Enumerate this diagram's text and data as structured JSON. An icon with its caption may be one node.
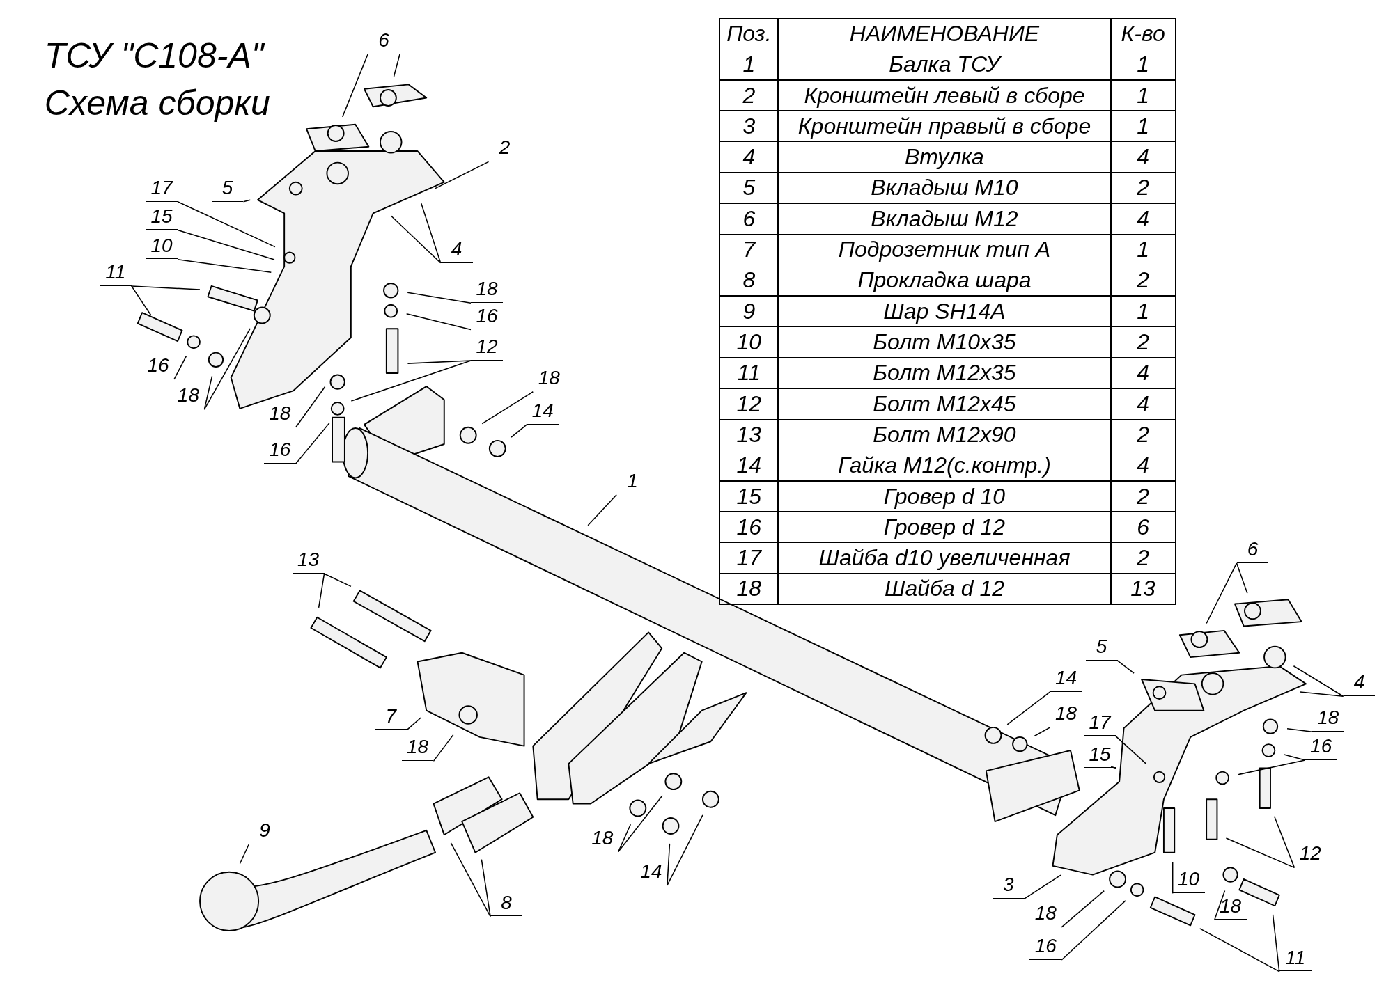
{
  "diagram": {
    "title": "ТСУ \"С108-А\"",
    "nodes": [
      {
        "text": [
          "6"
        ]
      },
      {
        "text": [
          "2"
        ]
      },
      {
        "text": [
          "5"
        ]
      },
      {
        "text": [
          "17"
        ]
      },
      {
        "text": [
          "15"
        ]
      },
      {
        "text": [
          "10"
        ]
      },
      {
        "text": [
          "11"
        ]
      },
      {
        "text": [
          "4"
        ]
      },
      {
        "text": [
          "18"
        ]
      },
      {
        "text": [
          "16"
        ]
      },
      {
        "text": [
          "12"
        ]
      },
      {
        "text": [
          "16"
        ]
      },
      {
        "text": [
          "18"
        ]
      },
      {
        "text": [
          "18"
        ]
      },
      {
        "text": [
          "16"
        ]
      },
      {
        "text": [
          "18"
        ]
      },
      {
        "text": [
          "14"
        ]
      },
      {
        "text": [
          "1"
        ]
      },
      {
        "text": [
          "13"
        ]
      },
      {
        "text": [
          "6"
        ]
      },
      {
        "text": [
          "5"
        ]
      },
      {
        "text": [
          "14"
        ]
      },
      {
        "text": [
          "4"
        ]
      },
      {
        "text": [
          "18"
        ]
      },
      {
        "text": [
          "7"
        ]
      },
      {
        "text": [
          "18"
        ]
      },
      {
        "text": [
          "17"
        ]
      },
      {
        "text": [
          "16"
        ]
      },
      {
        "text": [
          "18"
        ]
      },
      {
        "text": [
          "15"
        ]
      },
      {
        "text": [
          "9"
        ]
      },
      {
        "text": [
          "18"
        ]
      },
      {
        "text": [
          "12"
        ]
      },
      {
        "text": [
          "14"
        ]
      },
      {
        "text": [
          "10"
        ]
      },
      {
        "text": [
          "3"
        ]
      },
      {
        "text": [
          "8"
        ]
      },
      {
        "text": [
          "18"
        ]
      },
      {
        "text": [
          "18"
        ]
      },
      {
        "text": [
          "11"
        ]
      },
      {
        "text": [
          "16"
        ]
      }
    ],
    "edges": [
      {
        "from": 0,
        "to": null,
        "arrow": "none"
      },
      {
        "from": 0,
        "to": null,
        "arrow": "none"
      },
      {
        "from": 1,
        "to": null,
        "arrow": "none"
      },
      {
        "from": 2,
        "to": null,
        "arrow": "none"
      },
      {
        "from": 3,
        "to": null,
        "arrow": "none"
      },
      {
        "from": 4,
        "to": null,
        "arrow": "none"
      },
      {
        "from": 5,
        "to": null,
        "arrow": "none"
      },
      {
        "from": 6,
        "to": null,
        "arrow": "none"
      },
      {
        "from": 6,
        "to": null,
        "arrow": "none"
      },
      {
        "from": 7,
        "to": null,
        "arrow": "none"
      },
      {
        "from": 7,
        "to": null,
        "arrow": "none"
      },
      {
        "from": 8,
        "to": null,
        "arrow": "none"
      },
      {
        "from": 9,
        "to": null,
        "arrow": "none"
      },
      {
        "from": 10,
        "to": null,
        "arrow": "none"
      },
      {
        "from": 10,
        "to": null,
        "arrow": "none"
      },
      {
        "from": 11,
        "to": null,
        "arrow": "none"
      },
      {
        "from": 12,
        "to": null,
        "arrow": "none"
      },
      {
        "from": 12,
        "to": null,
        "arrow": "none"
      },
      {
        "from": 13,
        "to": null,
        "arrow": "none"
      },
      {
        "from": 14,
        "to": null,
        "arrow": "none"
      },
      {
        "from": 15,
        "to": null,
        "arrow": "none"
      },
      {
        "from": 16,
        "to": null,
        "arrow": "none"
      },
      {
        "from": 17,
        "to": null,
        "arrow": "none"
      },
      {
        "from": 18,
        "to": null,
        "arrow": "none"
      },
      {
        "from": 18,
        "to": null,
        "arrow": "none"
      },
      {
        "from": 19,
        "to": null,
        "arrow": "none"
      },
      {
        "from": 19,
        "to": null,
        "arrow": "none"
      },
      {
        "from": 20,
        "to": null,
        "arrow": "none"
      },
      {
        "from": 21,
        "to": null,
        "arrow": "none"
      },
      {
        "from": 22,
        "to": null,
        "arrow": "none"
      },
      {
        "from": 22,
        "to": null,
        "arrow": "none"
      },
      {
        "from": 23,
        "to": null,
        "arrow": "none"
      },
      {
        "from": 24,
        "to": null,
        "arrow": "none"
      },
      {
        "from": 25,
        "to": null,
        "arrow": "none"
      },
      {
        "from": 26,
        "to": null,
        "arrow": "none"
      },
      {
        "from": 27,
        "to": null,
        "arrow": "none"
      },
      {
        "from": 27,
        "to": null,
        "arrow": "none"
      },
      {
        "from": 28,
        "to": null,
        "arrow": "none"
      },
      {
        "from": 29,
        "to": null,
        "arrow": "none"
      },
      {
        "from": 30,
        "to": null,
        "arrow": "none"
      },
      {
        "from": 31,
        "to": null,
        "arrow": "none"
      },
      {
        "from": 31,
        "to": null,
        "arrow": "none"
      },
      {
        "from": 32,
        "to": null,
        "arrow": "none"
      },
      {
        "from": 32,
        "to": null,
        "arrow": "none"
      },
      {
        "from": 33,
        "to": null,
        "arrow": "none"
      },
      {
        "from": 33,
        "to": null,
        "arrow": "none"
      },
      {
        "from": 34,
        "to": null,
        "arrow": "none"
      },
      {
        "from": 35,
        "to": null,
        "arrow": "none"
      },
      {
        "from": 36,
        "to": null,
        "arrow": "none"
      },
      {
        "from": 36,
        "to": null,
        "arrow": "none"
      },
      {
        "from": 37,
        "to": null,
        "arrow": "none"
      },
      {
        "from": 38,
        "to": null,
        "arrow": "none"
      },
      {
        "from": 39,
        "to": null,
        "arrow": "none"
      },
      {
        "from": 39,
        "to": null,
        "arrow": "none"
      },
      {
        "from": 40,
        "to": null,
        "arrow": "none"
      }
    ],
    "labels": [
      "Схема сборки",
      "Поз.",
      "НАИМЕНОВАНИЕ",
      "К-во",
      "1",
      "Балка ТСУ",
      "1",
      "2",
      "Кронштейн левый в сборе",
      "1",
      "3",
      "Кронштейн правый в сборе",
      "1",
      "4",
      "Втулка",
      "4",
      "5",
      "Вкладыш М10",
      "2",
      "6",
      "Вкладыш М12",
      "4",
      "7",
      "Подрозетник тип А",
      "1",
      "8",
      "Прокладка шара",
      "2",
      "9",
      "Шар SH14A",
      "1",
      "10",
      "Болт М10х35",
      "2",
      "11",
      "Болт М12х35",
      "4",
      "12",
      "Болт М12х45",
      "4",
      "13",
      "Болт М12х90",
      "2",
      "14",
      "Гайка М12(с.контр.)",
      "4",
      "15",
      "Гровер d 10",
      "2",
      "16",
      "Гровер d 12",
      "6",
      "17",
      "Шайба d10 увеличенная",
      "2",
      "18",
      "Шайба d 12",
      "13"
    ]
  }
}
